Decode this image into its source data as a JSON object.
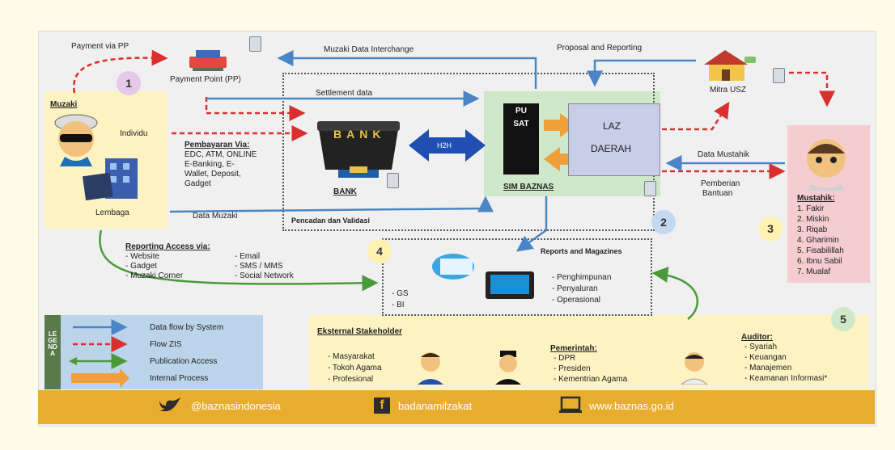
{
  "labels": {
    "payment_via_pp": "Payment via PP",
    "payment_point": "Payment Point (PP)",
    "muzaki_data_interchange": "Muzaki Data Interchange",
    "proposal_reporting": "Proposal and Reporting",
    "mitra_usz": "Mitra USZ",
    "muzaki": "Muzaki",
    "individu": "Individu",
    "lembaga": "Lembaga",
    "settlement": "Settlement data",
    "pembayaran_title": "Pembayaran Via:",
    "pembayaran_lines": [
      "EDC, ATM, ONLINE",
      "E-Banking, E-",
      "Wallet, Deposit,",
      "Gadget"
    ],
    "bank": "BANK",
    "bank_word": "BANK",
    "h2h": "H2H",
    "pusat": "PUSAT",
    "laz": "LAZ",
    "daerah": "DAERAH",
    "sim_baznas": "SIM BAZNAS",
    "data_mustahik": "Data Mustahik",
    "pemberian": "Pemberian",
    "bantuan": "Bantuan",
    "mustahik_title": "Mustahik:",
    "mustahik_list": [
      "1. Fakir",
      "2. Miskin",
      "3. Riqab",
      "4. Gharimin",
      "5. Fisabilillah",
      "6. Ibnu Sabil",
      "7. Mualaf"
    ],
    "data_muzaki": "Data Muzaki",
    "pencadan": "Pencadan dan Validasi",
    "reporting_title": "Reporting Access via:",
    "reporting_left": [
      "- Website",
      "- Gadget",
      "- Muzaki Corner"
    ],
    "reporting_right": [
      "- Email",
      "- SMS / MMS",
      "- Social Network"
    ],
    "reports_magazines": "Reports and Magazines",
    "reports_list": [
      "- Penghimpunan",
      "- Penyaluran",
      "- Operasional"
    ],
    "gs": "- GS",
    "bi": "- BI",
    "legenda": "LEGENDA",
    "legend": [
      "Data flow by System",
      "Flow ZIS",
      "Publication Access",
      "Internal Process"
    ],
    "eksternal": "Eksternal Stakeholder",
    "eksternal_list": [
      "- Masyarakat",
      "- Tokoh Agama",
      "- Profesional"
    ],
    "pemerintah": "Pemerintah:",
    "pemerintah_list": [
      "- DPR",
      "- Presiden",
      "- Kementrian Agama"
    ],
    "auditor": "Auditor:",
    "auditor_list": [
      "- Syariah",
      "- Keuangan",
      "- Manajemen",
      "- Keamanan Informasi*"
    ],
    "numbers": [
      "1",
      "2",
      "3",
      "4",
      "5"
    ]
  },
  "footer": {
    "twitter": "@baznasindonesia",
    "facebook": "badanamilzakat",
    "website": "www.baznas.go.id"
  },
  "colors": {
    "background": "#fffbe6",
    "card": "#f0f0f0",
    "muzaki_box": "#fdf3c2",
    "mustahik_box": "#f5cdd1",
    "sim_box": "#cfe8c9",
    "laz_box": "#c8cde8",
    "footer": "#e9ad2e",
    "system_arrow": "#4a86c5",
    "zis_arrow": "#d9302f",
    "publication_arrow": "#4a9a3c",
    "internal_arrow": "#f0a03a"
  },
  "icons": [
    "server-icon",
    "bank-icon",
    "house-icon",
    "laptop-icon",
    "person-icon",
    "twitter-icon",
    "facebook-icon",
    "monitor-icon"
  ]
}
